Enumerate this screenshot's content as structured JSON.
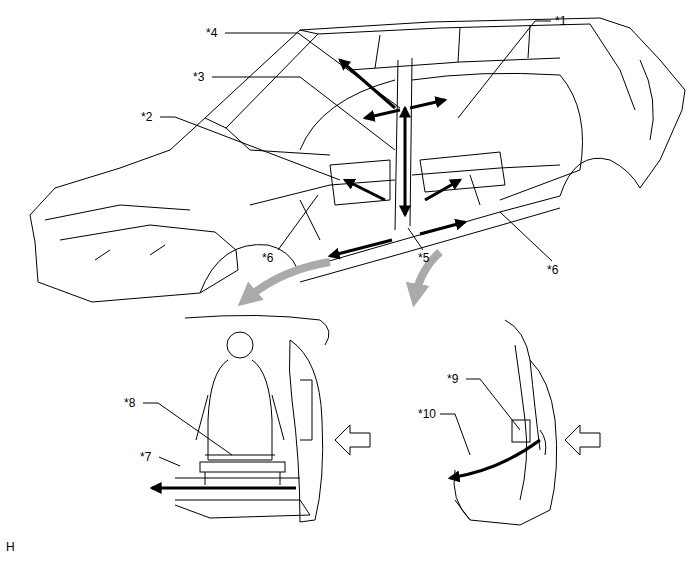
{
  "diagram": {
    "labels": [
      "*4",
      "*1",
      "*3",
      "*2",
      "*6",
      "*5",
      "*6",
      "*8",
      "*9",
      "*7",
      "*10",
      "H"
    ]
  }
}
